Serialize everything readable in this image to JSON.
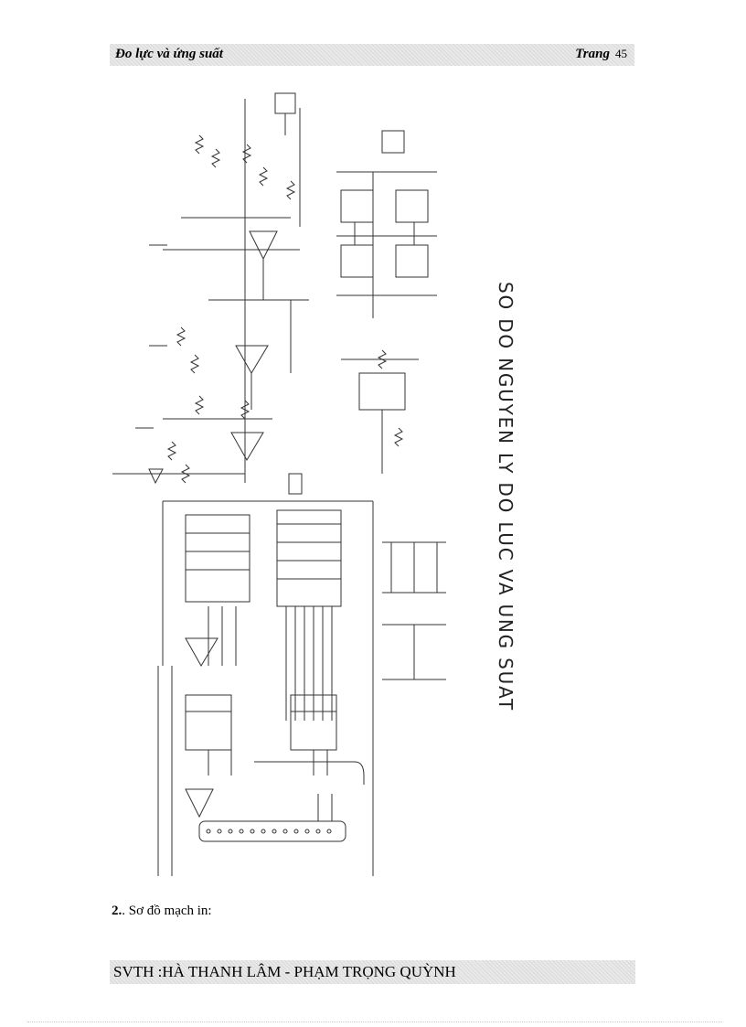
{
  "header": {
    "title": "Đo lực và ứng suất",
    "page_label": "Trang",
    "page_number": "45"
  },
  "schematic": {
    "vertical_title": "SO DO NGUYEN LY DO LUC VA UNG SUAT"
  },
  "caption": {
    "number": "2.",
    "text": ". Sơ đồ mạch in:"
  },
  "footer": {
    "text": "SVTH :HÀ THANH LÂM -  PHẠM TRỌNG QUỲNH"
  }
}
